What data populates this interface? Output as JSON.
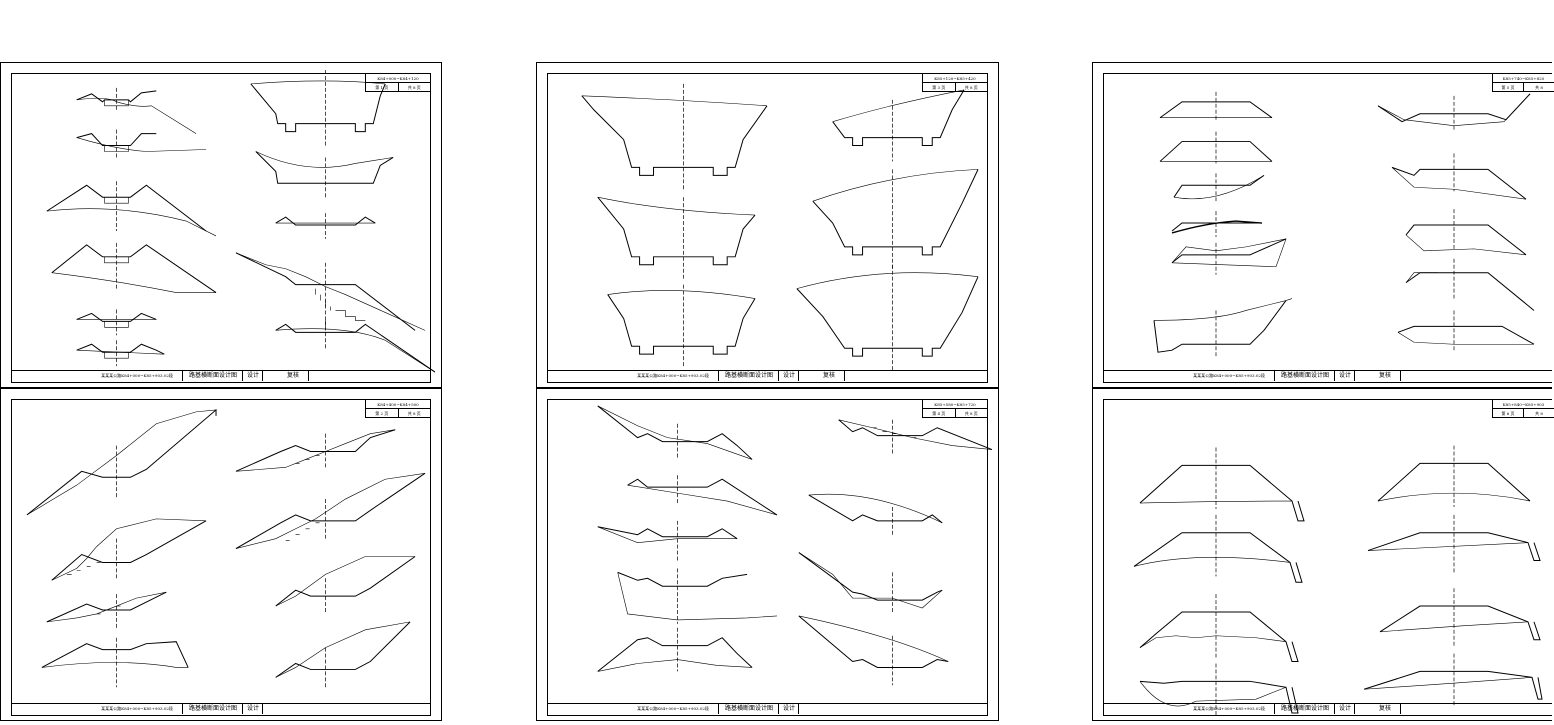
{
  "drawing": {
    "title_block": {
      "project": "某某某公路K84+000~K85+903.02段",
      "drawing_title": "路基横断面设计图",
      "design_label": "设计",
      "review_label": "复核"
    },
    "sheets": [
      {
        "id": "A1",
        "code": "K84+000~K84+120",
        "sheet_no": "第 1 页",
        "total": "共 8 页",
        "show_review": true
      },
      {
        "id": "A2",
        "code": "K84+400~K84+500",
        "sheet_no": "第 2 页",
        "total": "共 8 页",
        "show_review": false
      },
      {
        "id": "B1",
        "code": "K85+120~K85+420",
        "sheet_no": "第 3 页",
        "total": "共 8 页",
        "show_review": true
      },
      {
        "id": "B2",
        "code": "K85+580~K85+720",
        "sheet_no": "第 4 页",
        "total": "共 8 页",
        "show_review": false
      },
      {
        "id": "C1",
        "code": "K85+740~K85+820",
        "sheet_no": "第 5 页",
        "total": "共 8",
        "show_review": true
      },
      {
        "id": "C2",
        "code": "K85+840~K85+903",
        "sheet_no": "第 6 页",
        "total": "共 8",
        "show_review": true
      }
    ],
    "colors": {
      "line": "#000000",
      "paper": "#ffffff"
    }
  }
}
